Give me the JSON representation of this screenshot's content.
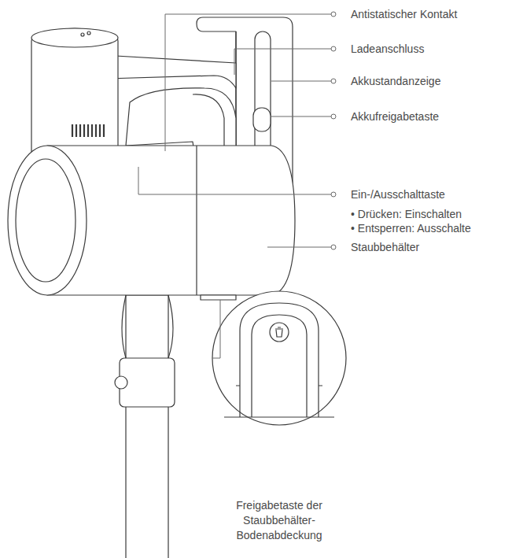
{
  "diagram": {
    "labels": [
      "Antistatischer Kontakt",
      "Ladeanschluss",
      "Akkustandanzeige",
      "Akkufreigabetaste",
      "Ein-/Ausschalttaste",
      "• Drücken: Einschalten",
      "• Entsperren: Ausschalte",
      "Staubbehälter",
      "Freigabetaste der Staubbehälter- Bodenabdeckung"
    ]
  }
}
